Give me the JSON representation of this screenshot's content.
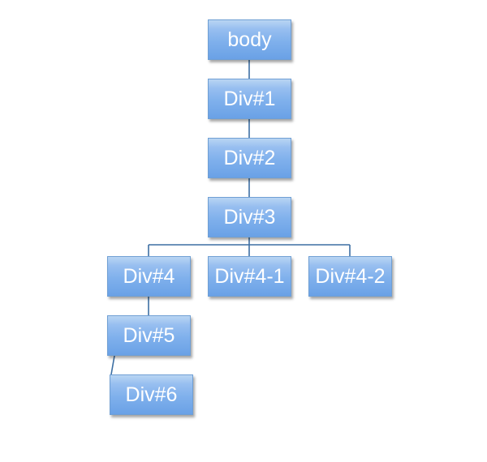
{
  "diagram": {
    "nodes": {
      "body": "body",
      "div1": "Div#1",
      "div2": "Div#2",
      "div3": "Div#3",
      "div4": "Div#4",
      "div4_1": "Div#4-1",
      "div4_2": "Div#4-2",
      "div5": "Div#5",
      "div6": "Div#6"
    },
    "edges": [
      [
        "body",
        "Div#1"
      ],
      [
        "Div#1",
        "Div#2"
      ],
      [
        "Div#2",
        "Div#3"
      ],
      [
        "Div#3",
        "Div#4"
      ],
      [
        "Div#3",
        "Div#4-1"
      ],
      [
        "Div#3",
        "Div#4-2"
      ],
      [
        "Div#4",
        "Div#5"
      ],
      [
        "Div#5",
        "Div#6"
      ]
    ],
    "colors": {
      "node_fill": "#7fb0ec",
      "node_text": "#ffffff",
      "connector": "#3d6fa3"
    }
  }
}
